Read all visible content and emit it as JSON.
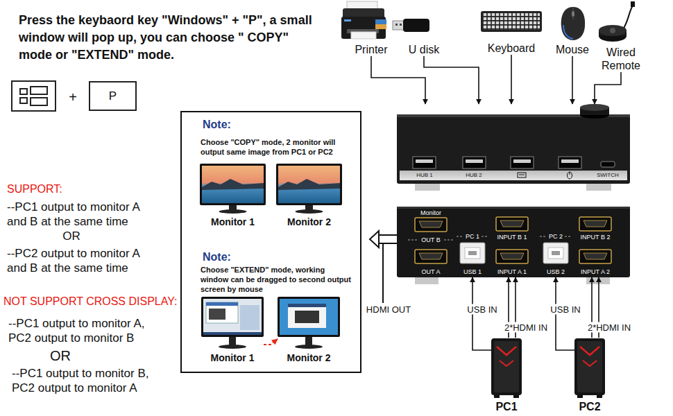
{
  "diagram": {
    "title": "Press the keybaord key \"Windows\" + \"P\", a small window will pop up, you can choose \" COPY\" mode or \"EXTEND\" mode.",
    "nodes": [
      {
        "text": [
          "P"
        ]
      },
      {
        "text": [
          "Printer"
        ]
      },
      {
        "text": [
          "U disk"
        ]
      },
      {
        "text": [
          "Keyboard"
        ]
      },
      {
        "text": [
          "Mouse"
        ]
      },
      {
        "text": [
          "Wired Remote"
        ]
      },
      {
        "text": [
          "HUB 1",
          "HUB 2",
          "SWITCH"
        ]
      },
      {
        "text": [
          "Note:",
          "Choose \"COPY\" mode, 2 monitor will output same image from PC1 or PC2",
          "Note:",
          "Choose \"EXTEND\" mode, working window can be dragged to second output screen by mouse"
        ]
      },
      {
        "text": [
          "Monitor 1"
        ],
        "in": 7
      },
      {
        "text": [
          "Monitor 2"
        ],
        "in": 7
      },
      {
        "text": [
          "Monitor 1"
        ],
        "in": 7
      },
      {
        "text": [
          "Monitor 2"
        ],
        "in": 7
      },
      {
        "text": [
          "Monitor",
          "OUT B",
          "OUT A",
          "PC 1",
          "INPUT B 1",
          "USB 1",
          "INPUT A 1",
          "PC 2",
          "INPUT B 2",
          "USB 2",
          "INPUT A 2"
        ]
      },
      {
        "text": [
          "PC1"
        ]
      },
      {
        "text": [
          "PC2"
        ]
      }
    ],
    "edges": [
      {
        "from": 1,
        "to": 6,
        "arrow": "to"
      },
      {
        "from": 2,
        "to": 6,
        "arrow": "to"
      },
      {
        "from": 3,
        "to": 6,
        "arrow": "to"
      },
      {
        "from": 4,
        "to": 6,
        "arrow": "to"
      },
      {
        "from": 5,
        "to": 6,
        "arrow": "to"
      },
      {
        "from": 10,
        "to": 11,
        "arrow": "to"
      },
      {
        "from": 13,
        "to": 12,
        "label": "USB IN",
        "arrow": "to"
      },
      {
        "from": 13,
        "to": 12,
        "label": "2*HDMI IN",
        "arrow": "to"
      },
      {
        "from": 14,
        "to": 12,
        "label": "USB IN",
        "arrow": "to"
      },
      {
        "from": 14,
        "to": 12,
        "label": "2*HDMI IN",
        "arrow": "to"
      }
    ],
    "labels": [
      "+",
      "SUPPORT:",
      "--PC1 output to monitor A and B at the same time",
      "OR",
      "--PC2 output to monitor A and B at the same time",
      "NOT SUPPORT CROSS DISPLAY:",
      "--PC1 output to monitor A, PC2 output to monitor B",
      "OR",
      "--PC1 output to monitor B, PC2 output to monitor A",
      "HDMI OUT"
    ]
  }
}
